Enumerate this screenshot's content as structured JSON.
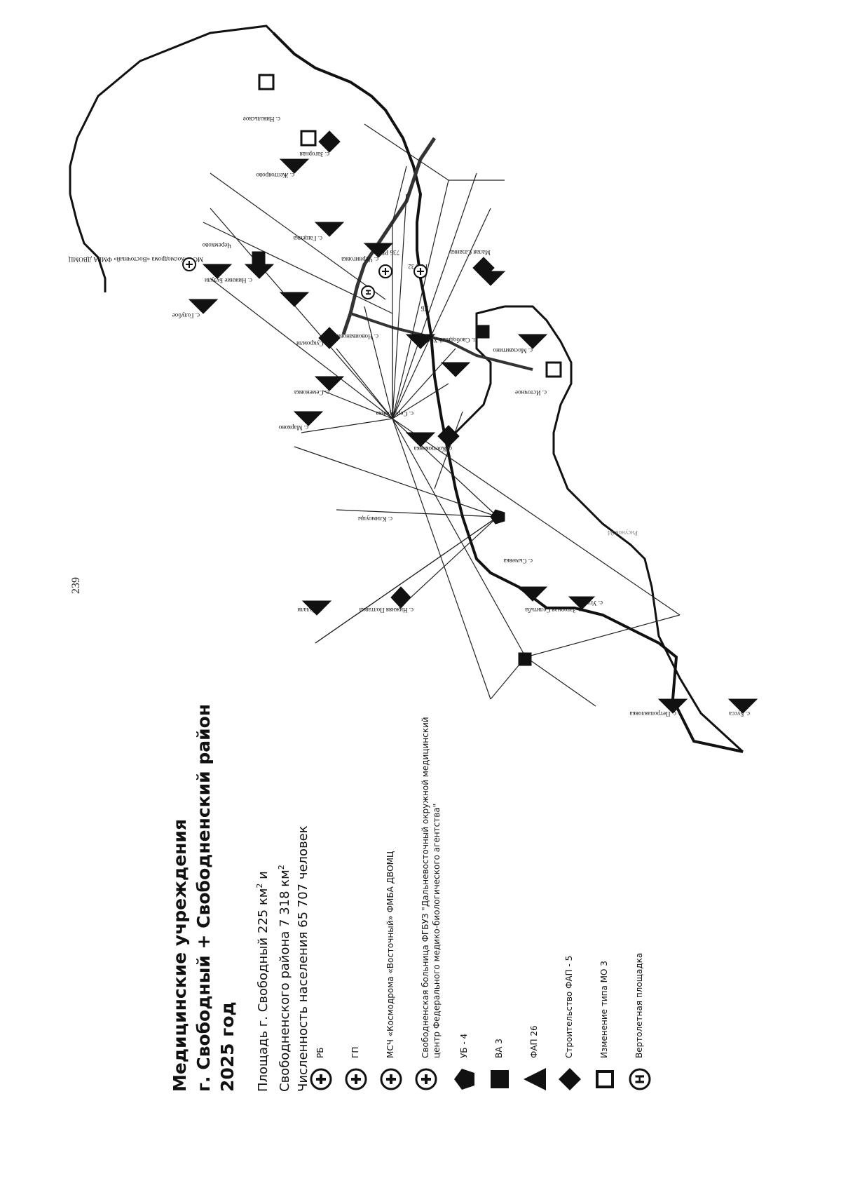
{
  "page": {
    "number": "239"
  },
  "header": {
    "title_line1": "Медицинские учреждения",
    "title_line2": "г. Свободный + Свободненский район 2025 год",
    "area_city_text": "Площадь г. Свободный 225 км",
    "area_city_tail": " и",
    "area_district_text": "Свободненского района 7 318 км",
    "population_text": "Численность населения 65 707 человек",
    "sup": "2"
  },
  "legend": {
    "items": [
      {
        "symbol": "cross-circle-icon",
        "label": "РБ"
      },
      {
        "symbol": "cross-circle-icon",
        "label": "ГП"
      },
      {
        "symbol": "cross-circle-icon",
        "label": "МСЧ «Космодрома «Восточный» ФМБА ДВОМЦ"
      },
      {
        "symbol": "cross-circle-icon",
        "label": "Свободненская больница ФГБУЗ \"Дальневосточный окружной медицинский центр Федерального медико-биологического агентства\""
      },
      {
        "symbol": "pentagon-icon",
        "label": "УБ - 4"
      },
      {
        "symbol": "square-filled-icon",
        "label": "ВА 3"
      },
      {
        "symbol": "triangle-icon",
        "label": "ФАП 26"
      },
      {
        "symbol": "diamond-icon",
        "label": "Строительство ФАП - 5"
      },
      {
        "symbol": "square-outline-icon",
        "label": "Изменение типа МО 3"
      },
      {
        "symbol": "helipad-icon",
        "label": "Вертолетная площадка"
      }
    ]
  },
  "map": {
    "places": {
      "bussie": "с. Бусса",
      "petropavlovka": "с. Петропавловка",
      "zagornaya": "с. Загорная Селитьба",
      "nizhnie_dubovka": "с. Нижняя Полтавка",
      "talali": "с. Талали",
      "klimoutsy": "с. Климоуцы",
      "markovka": "с. Марково",
      "semenovka": "с. Семеновка",
      "sukromli": "с. Сукромли",
      "novoivanovka": "с. Новоивановка",
      "zheltoyarovo": "с. Желтоярово",
      "nizhne_bureya": "с. Нижние Бузули",
      "gashenka": "с. Гащенка",
      "chernigovka": "с. Черниговка",
      "golubnoe": "с. Голубое",
      "nikolaevka": "с. Никольское",
      "zagan": "с. Загорная",
      "kostyukovka": "с. Костюковка",
      "seryshevo": "с. Серебрянка",
      "svobodny_hutor": "п. Свободный Хутор",
      "maloye": "Малая Сазанка",
      "istochnoe": "с. Источное",
      "moskvitino": "с. Москвитино",
      "sychevka": "с. Сычевка",
      "uglovoe": "с. Угловое",
      "cheremkhovo": "Черемхово",
      "msch": "МСЧ «Космодрома «Восточный» ФМБА ДВОМЦ",
      "gp_label": "ГП 732",
      "rb_label": "736 РБ",
      "ub_label": "УБ",
      "helipad_letter": "Н",
      "footnote": "Рисунок 94"
    }
  },
  "colors": {
    "ink": "#111111",
    "line": "#222222",
    "paper": "#ffffff"
  }
}
